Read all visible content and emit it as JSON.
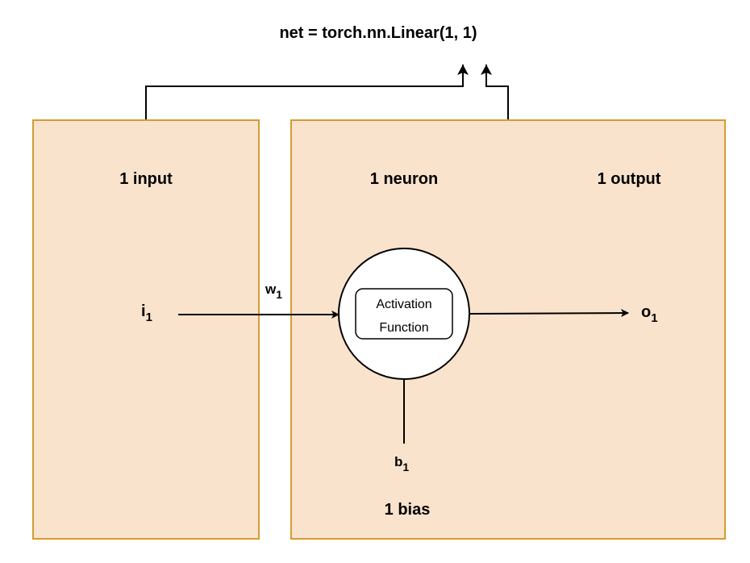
{
  "title": "net = torch.nn.Linear(1, 1)",
  "input_panel": {
    "label": "1 input",
    "node": {
      "base": "i",
      "sub": "1"
    }
  },
  "neuron_panel": {
    "neuron_label": "1 neuron",
    "output_label": "1 output",
    "bias_label": "1 bias",
    "activation": {
      "line1": "Activation",
      "line2": "Function"
    },
    "weight": {
      "base": "w",
      "sub": "1"
    },
    "bias_node": {
      "base": "b",
      "sub": "1"
    },
    "output_node": {
      "base": "o",
      "sub": "1"
    }
  },
  "colors": {
    "panel_fill": "#f9e3cc",
    "panel_stroke": "#d39c34",
    "line": "#000000",
    "circle_fill": "#ffffff"
  }
}
